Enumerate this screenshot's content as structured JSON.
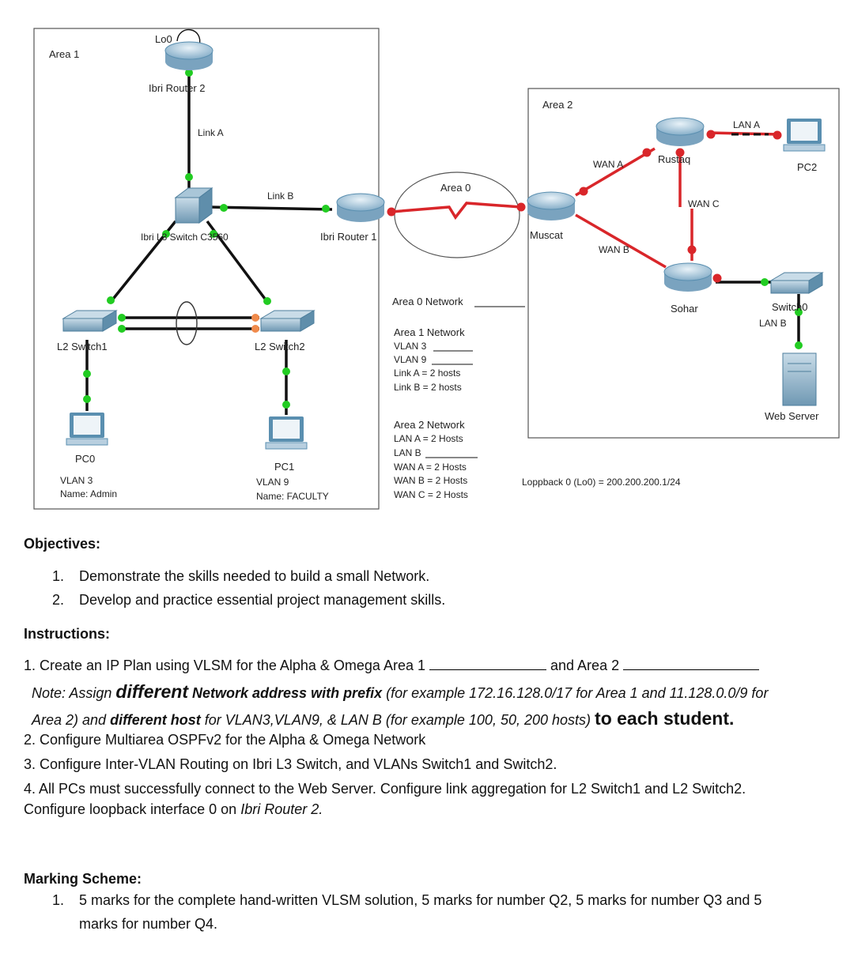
{
  "diagram": {
    "area1": "Area 1",
    "area2": "Area 2",
    "area0": "Area 0",
    "lo0": "Lo0",
    "ibri_router2": "Ibri Router 2",
    "link_a": "Link A",
    "link_b": "Link B",
    "ibri_l3_switch": "Ibri L3 Switch C3560",
    "ibri_router1": "Ibri Router 1",
    "l2_switch1": "L2 Switch1",
    "l2_switch2": "L2 Switch2",
    "pc0": "PC0",
    "pc0_vlan": "VLAN 3",
    "pc0_name": "Name: Admin",
    "pc1": "PC1",
    "pc1_vlan": "VLAN 9",
    "pc1_name": "Name: FACULTY",
    "muscat": "Muscat",
    "rustaq": "Rustaq",
    "sohar": "Sohar",
    "pc2": "PC2",
    "switch0": "Switch0",
    "web_server": "Web Server",
    "wan_a": "WAN A",
    "wan_b": "WAN B",
    "wan_c": "WAN C",
    "lan_a": "LAN A",
    "lan_b": "LAN B",
    "area0_network": "Area 0 Network",
    "area1_network": "Area 1 Network",
    "vlan3_line": "VLAN 3",
    "vlan9_line": "VLAN 9",
    "link_a_hosts": "Link A = 2 hosts",
    "link_b_hosts": "Link B = 2 hosts",
    "area2_network": "Area 2 Network",
    "lan_a_hosts": "LAN A = 2 Hosts",
    "lan_b_line": "LAN B",
    "wan_a_hosts": "WAN A = 2 Hosts",
    "wan_b_hosts": "WAN B = 2 Hosts",
    "wan_c_hosts": "WAN C = 2 Hosts",
    "loopback": "Loppback 0 (Lo0) = 200.200.200.1/24"
  },
  "objectives": {
    "heading": "Objectives:",
    "items": [
      {
        "num": "1.",
        "text": "Demonstrate the skills needed to build a small Network."
      },
      {
        "num": "2.",
        "text": "Develop and practice essential project management skills."
      }
    ]
  },
  "instructions": {
    "heading": "Instructions:",
    "i1_a": "1. Create an IP Plan using VLSM for the Alpha & Omega Area 1",
    "i1_b": "and Area 2",
    "note_1": "Note: Assign",
    "note_2": "different",
    "note_3": "Network address with prefix",
    "note_4": "(for example 172.16.128.0/17 for Area 1  and 11.128.0.0/9 for",
    "note_5": "Area 2) and",
    "note_6": "different host",
    "note_7": "for VLAN3,VLAN9, & LAN B (for example 100, 50, 200 hosts)",
    "note_8": "to each student.",
    "i2": "2. Configure Multiarea OSPFv2 for the Alpha & Omega Network",
    "i3": "3. Configure Inter-VLAN Routing on Ibri L3 Switch, and VLANs Switch1 and Switch2.",
    "i4_a": "4. All PCs must successfully connect to the Web Server. Configure link aggregation for L2 Switch1 and L2 Switch2.",
    "i4_b1": "Configure loopback interface 0 on",
    "i4_b2": "Ibri Router 2."
  },
  "marking": {
    "heading": "Marking Scheme:",
    "num": "1.",
    "line1": "5 marks for the complete hand-written VLSM solution, 5 marks for number Q2, 5 marks for number Q3 and 5",
    "line2": "marks for number Q4."
  },
  "colors": {
    "link_red": "#d9262a",
    "link_black": "#111111",
    "port_green": "#22cc22",
    "port_orange": "#f08a4b",
    "device_blue": "#5a8fb0"
  }
}
